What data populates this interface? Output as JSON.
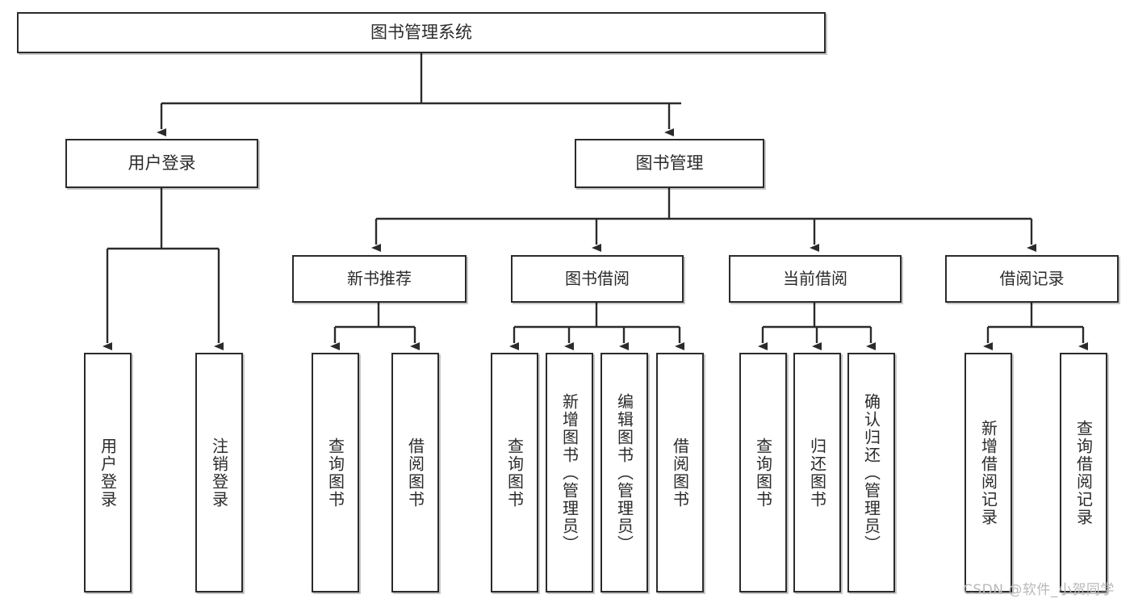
{
  "diagram": {
    "title": "图书管理系统",
    "type": "tree-hierarchy-diagram",
    "watermark": "CSDN @软件_小贺同学",
    "colors": {
      "stroke": "#2b2b2b",
      "fill": "#ffffff",
      "text": "#2b2b2b",
      "watermark": "#b9b9b9"
    },
    "root": {
      "label": "图书管理系统"
    },
    "level2": [
      {
        "label": "用户登录"
      },
      {
        "label": "图书管理"
      }
    ],
    "level3": [
      {
        "label": "新书推荐"
      },
      {
        "label": "图书借阅"
      },
      {
        "label": "当前借阅"
      },
      {
        "label": "借阅记录"
      }
    ],
    "leaves": {
      "user_login": [
        {
          "label": "用户登录"
        },
        {
          "label": "注销登录"
        }
      ],
      "new_book_recommend": [
        {
          "label": "查询图书"
        },
        {
          "label": "借阅图书"
        }
      ],
      "book_borrow": [
        {
          "label": "查询图书"
        },
        {
          "label": "新增图书（管理员）"
        },
        {
          "label": "编辑图书（管理员）"
        },
        {
          "label": "借阅图书"
        }
      ],
      "current_borrow": [
        {
          "label": "查询图书"
        },
        {
          "label": "归还图书"
        },
        {
          "label": "确认归还（管理员）"
        }
      ],
      "borrow_record": [
        {
          "label": "新增借阅记录"
        },
        {
          "label": "查询借阅记录"
        }
      ]
    }
  }
}
